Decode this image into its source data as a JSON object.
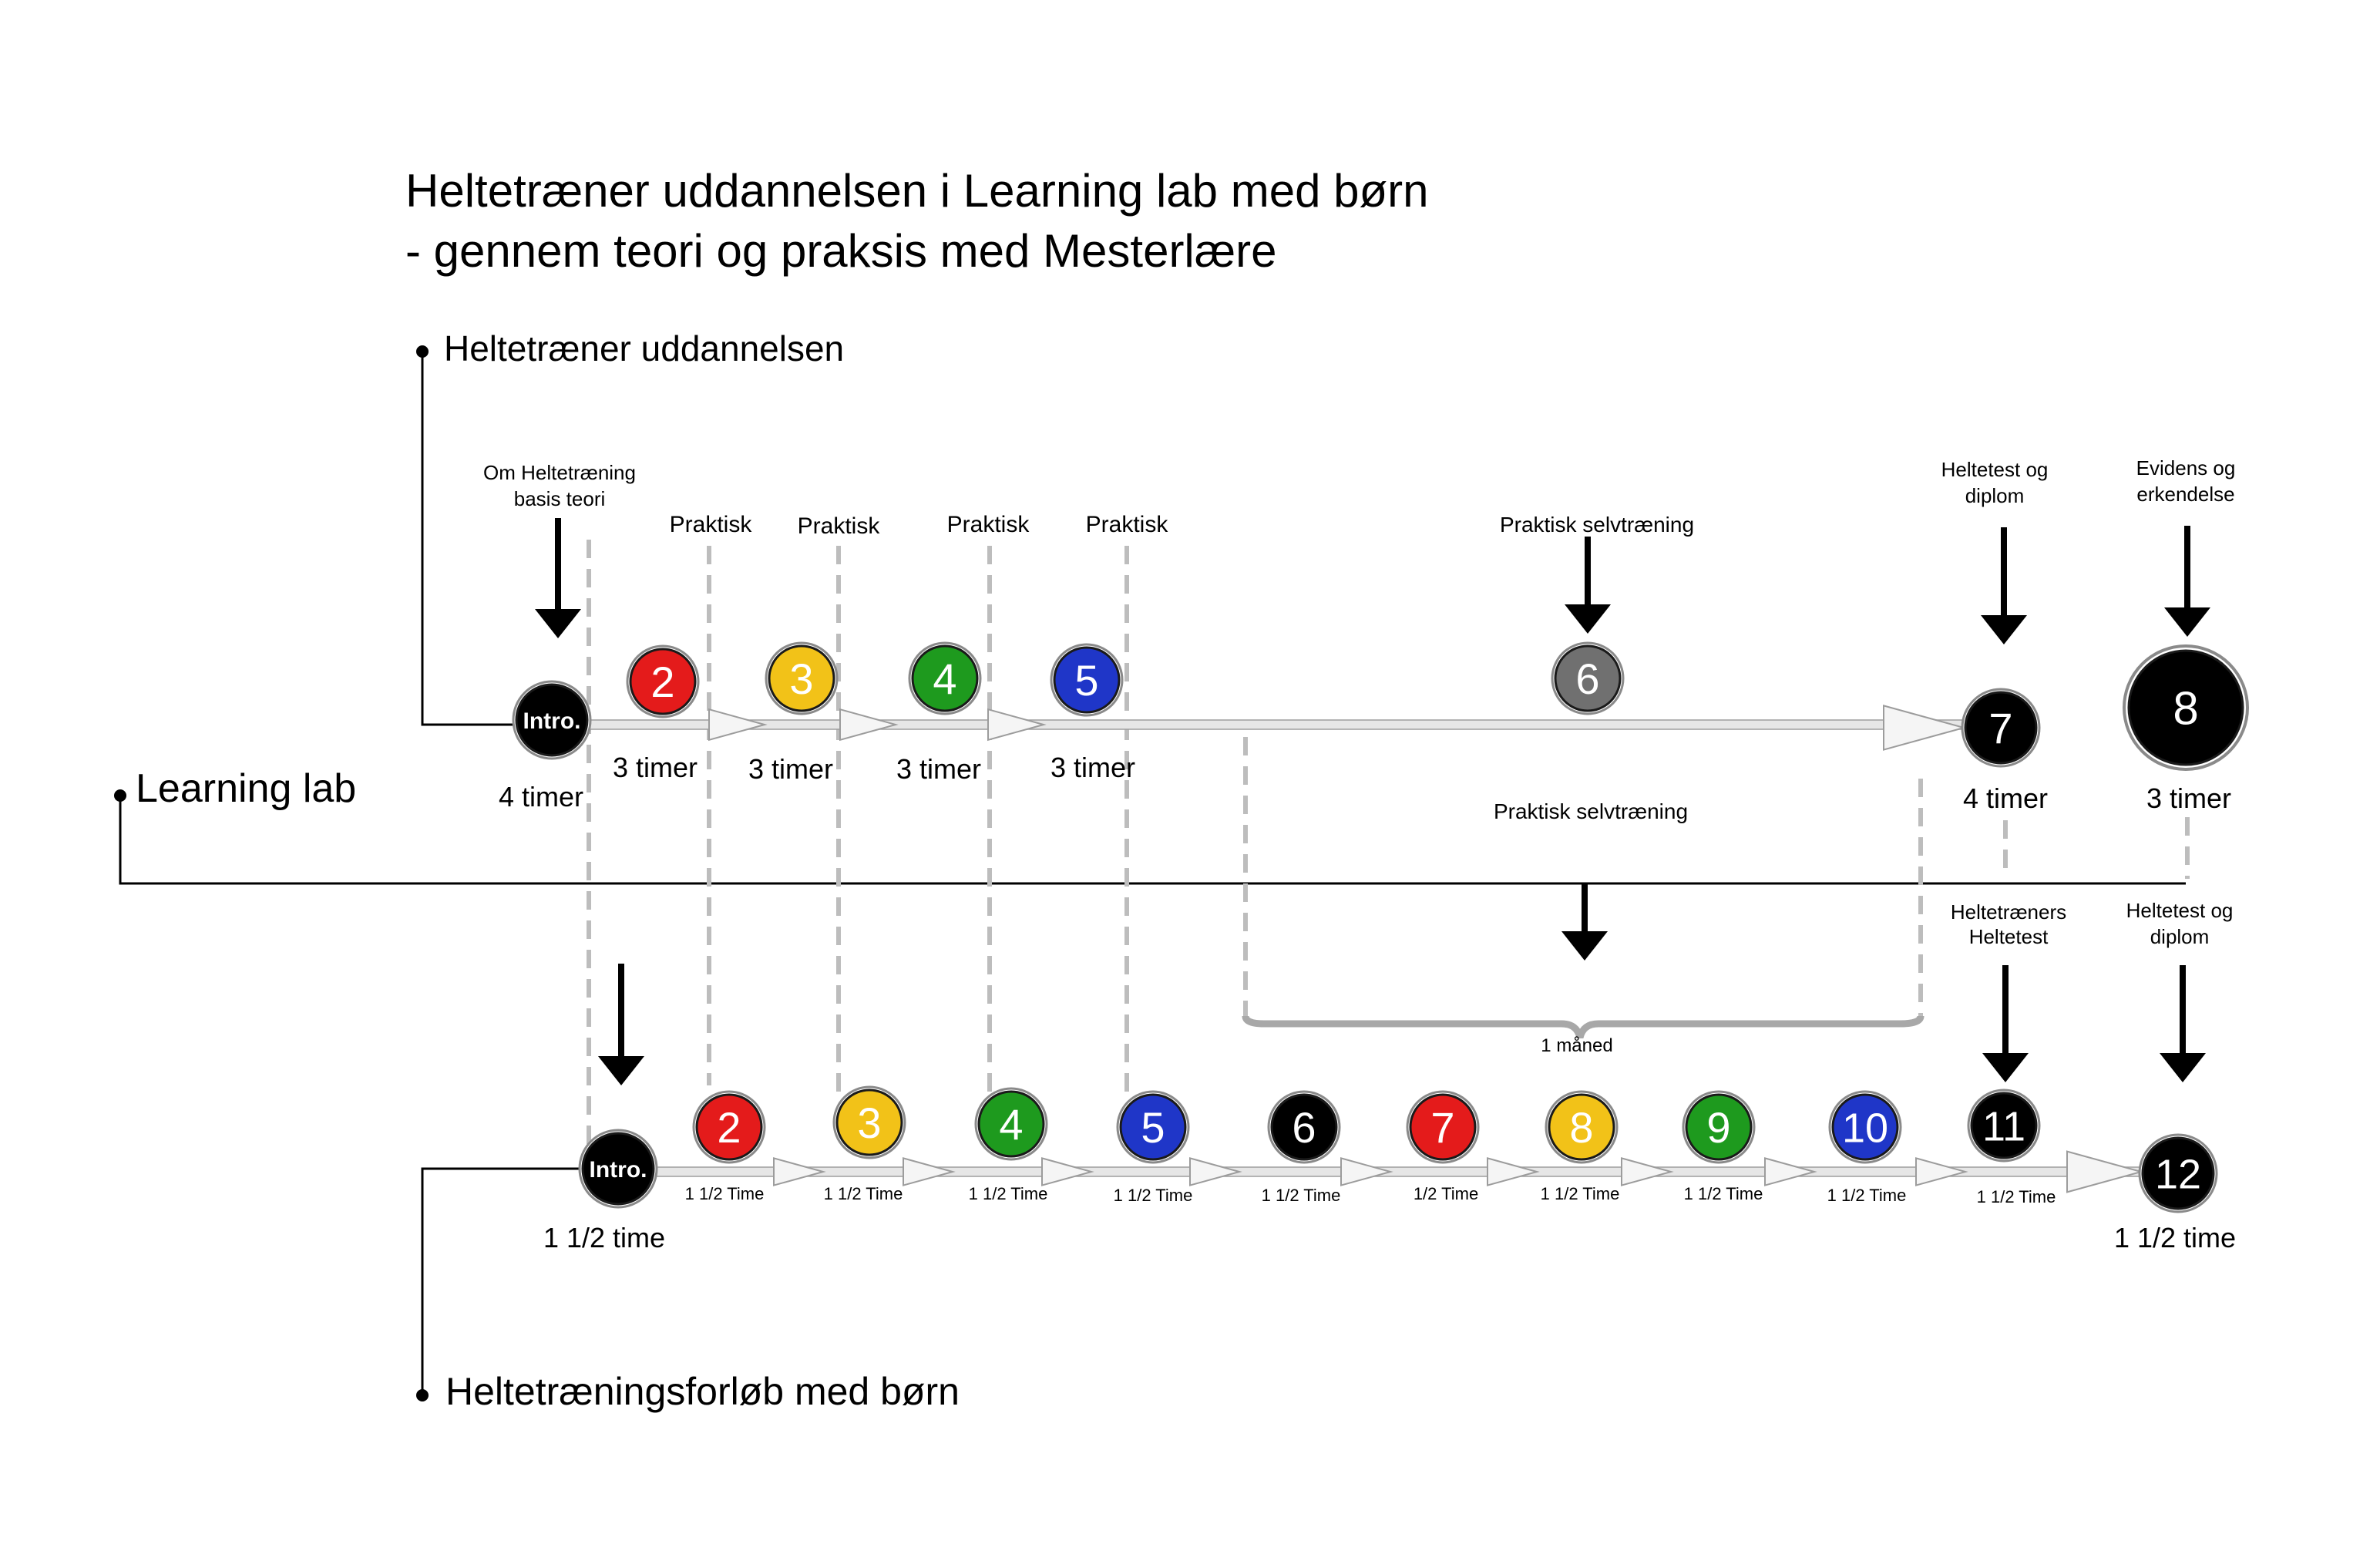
{
  "title": {
    "line1": "Heltetræner uddannelsen i Learning lab med børn",
    "line2": "- gennem teori og praksis med Mesterlære"
  },
  "labels": {
    "top_track": "Heltetræner uddannelsen",
    "learning_lab": "Learning lab",
    "bottom_track": "Heltetræningsforløb med børn"
  },
  "top_track": {
    "nodes": [
      {
        "label": "Intro.",
        "color": "#000000",
        "duration": "4 timer"
      },
      {
        "label": "2",
        "color": "#e41b1b",
        "duration": "3 timer"
      },
      {
        "label": "3",
        "color": "#f2c218",
        "duration": "3 timer"
      },
      {
        "label": "4",
        "color": "#1e9a1e",
        "duration": "3 timer"
      },
      {
        "label": "5",
        "color": "#1f36c8",
        "duration": "3 timer"
      },
      {
        "label": "6",
        "color": "#707070",
        "duration": ""
      },
      {
        "label": "7",
        "color": "#000000",
        "duration": "4 timer"
      },
      {
        "label": "8",
        "color": "#000000",
        "duration": "3 timer"
      }
    ],
    "notes": {
      "intro": "Om Heltetræning basis teori",
      "praktisk_1": "Praktisk",
      "praktisk_2": "Praktisk",
      "praktisk_3": "Praktisk",
      "praktisk_4": "Praktisk",
      "selftraining": "Praktisk  selvtræning",
      "test": "Heltetest og diplom",
      "evidence": "Evidens og erkendelse"
    }
  },
  "middle": {
    "selftraining": "Praktisk  selvtræning",
    "brace": "1 måned",
    "trainer_test": "Heltetræners Heltetest",
    "test_diploma": "Heltetest og diplom"
  },
  "bottom_track": {
    "nodes": [
      {
        "label": "Intro.",
        "color": "#000000"
      },
      {
        "label": "2",
        "color": "#e41b1b"
      },
      {
        "label": "3",
        "color": "#f2c218"
      },
      {
        "label": "4",
        "color": "#1e9a1e"
      },
      {
        "label": "5",
        "color": "#1f36c8"
      },
      {
        "label": "6",
        "color": "#000000"
      },
      {
        "label": "7",
        "color": "#e41b1b"
      },
      {
        "label": "8",
        "color": "#f2c218"
      },
      {
        "label": "9",
        "color": "#1e9a1e"
      },
      {
        "label": "10",
        "color": "#1f36c8"
      },
      {
        "label": "11",
        "color": "#000000"
      },
      {
        "label": "12",
        "color": "#000000"
      }
    ],
    "durations": [
      "1 1/2 time",
      "1 1/2 Time",
      "1 1/2 Time",
      "1 1/2 Time",
      "1 1/2 Time",
      "1 1/2 Time",
      "1/2 Time",
      "1 1/2 Time",
      "1 1/2 Time",
      "1 1/2 Time",
      "1 1/2 Time",
      "1 1/2 time"
    ]
  }
}
